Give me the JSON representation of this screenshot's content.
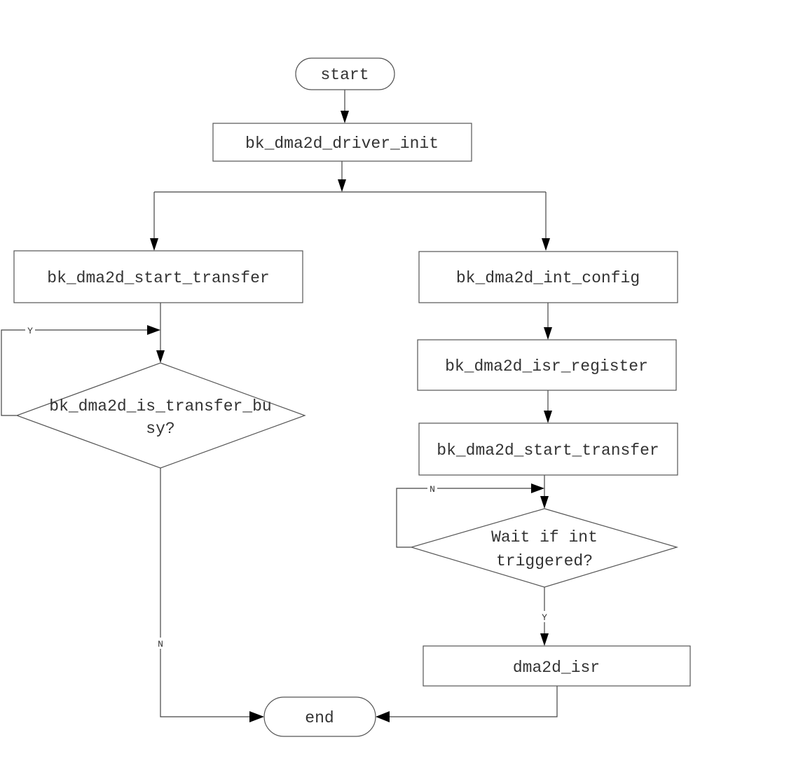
{
  "nodes": {
    "start": "start",
    "driver_init": "bk_dma2d_driver_init",
    "left_start_transfer": "bk_dma2d_start_transfer",
    "left_busy_line1": "bk_dma2d_is_transfer_bu",
    "left_busy_line2": "sy?",
    "int_config": "bk_dma2d_int_config",
    "isr_register": "bk_dma2d_isr_register",
    "right_start_transfer": "bk_dma2d_start_transfer",
    "wait_line1": "Wait if int",
    "wait_line2": "triggered?",
    "dma2d_isr": "dma2d_isr",
    "end": "end"
  },
  "edge_labels": {
    "left_loop_yes": "Y",
    "left_no": "N",
    "right_loop_no": "N",
    "right_yes": "Y"
  }
}
